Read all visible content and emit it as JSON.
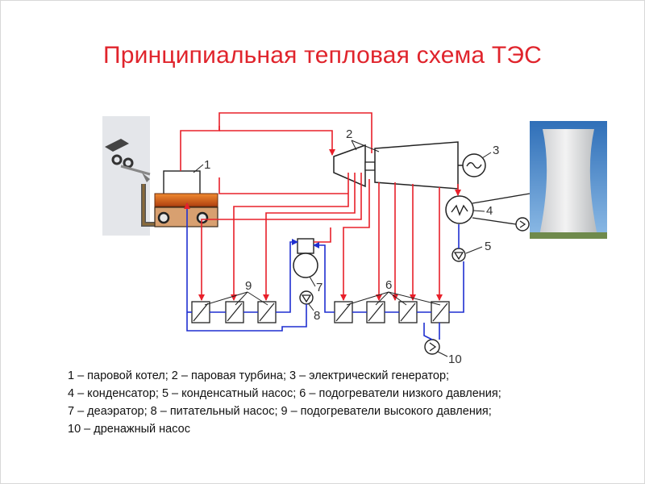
{
  "slide": {
    "title": "Принципиальная тепловая схема ТЭС"
  },
  "diagram": {
    "labels": [
      "1",
      "2",
      "3",
      "4",
      "5",
      "6",
      "7",
      "8",
      "9",
      "10"
    ],
    "colors": {
      "steam": "#e8202a",
      "water": "#1f2fd0",
      "line": "#222222"
    }
  },
  "legend": {
    "line1": "1 – паровой котел; 2 – паровая турбина; 3 – электрический генератор;",
    "line2": "4 – конденсатор; 5 – конденсатный насос; 6 – подогреватели низкого давления;",
    "line3": "7 – деаэратор; 8 – питательный насос; 9 – подогреватели высокого давления;",
    "line4": "10 – дренажный насос"
  }
}
